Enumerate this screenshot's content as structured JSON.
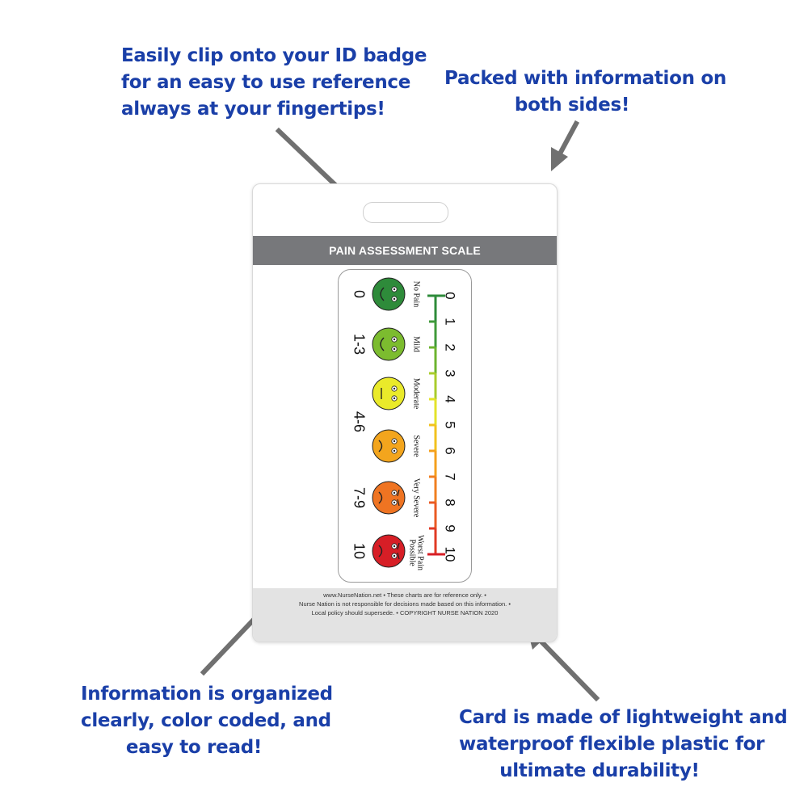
{
  "callouts": {
    "badge": [
      "Easily clip onto your ID badge",
      "for an easy to use reference",
      "always at your fingertips!"
    ],
    "sides": [
      "Packed with information on",
      "both sides!"
    ],
    "organized": [
      "Information is organized",
      "clearly, color coded, and",
      "easy to read!"
    ],
    "material": [
      "Card is made of lightweight and",
      "waterproof flexible plastic for",
      "ultimate durability!"
    ]
  },
  "card": {
    "title": "PAIN ASSESSMENT SCALE",
    "footer": [
      "www.NurseNation.net • These charts are for reference only. •",
      "Nurse Nation is not responsible for decisions made based on this information. •",
      "Local policy should supersede. • COPYRIGHT NURSE NATION 2020"
    ]
  },
  "pain_scale": {
    "levels": [
      {
        "range": "0",
        "label": "No Pain",
        "color": "#2e8b3a",
        "mood": "happy"
      },
      {
        "range": "1-3",
        "label": "Mild",
        "color": "#7cbc2f",
        "mood": "smile"
      },
      {
        "range": "",
        "label": "Moderate",
        "color": "#eaea2a",
        "mood": "neutral"
      },
      {
        "range": "4-6",
        "label": "Severe",
        "color": "#f3a51d",
        "mood": "sad"
      },
      {
        "range": "7-9",
        "label": "Very Severe",
        "color": "#ef7422",
        "mood": "angry"
      },
      {
        "range": "10",
        "label": "Worst Pain Possible",
        "color": "#d71e26",
        "mood": "crying"
      }
    ],
    "ticks": [
      "0",
      "1",
      "2",
      "3",
      "4",
      "5",
      "6",
      "7",
      "8",
      "9",
      "10"
    ],
    "tick_colors": [
      "#2e8b3a",
      "#3f9a3a",
      "#6cb42f",
      "#a9cc2c",
      "#e3e32a",
      "#f2c21e",
      "#f5a01c",
      "#f07f20",
      "#ea5a23",
      "#e03a24",
      "#d71e26"
    ]
  }
}
